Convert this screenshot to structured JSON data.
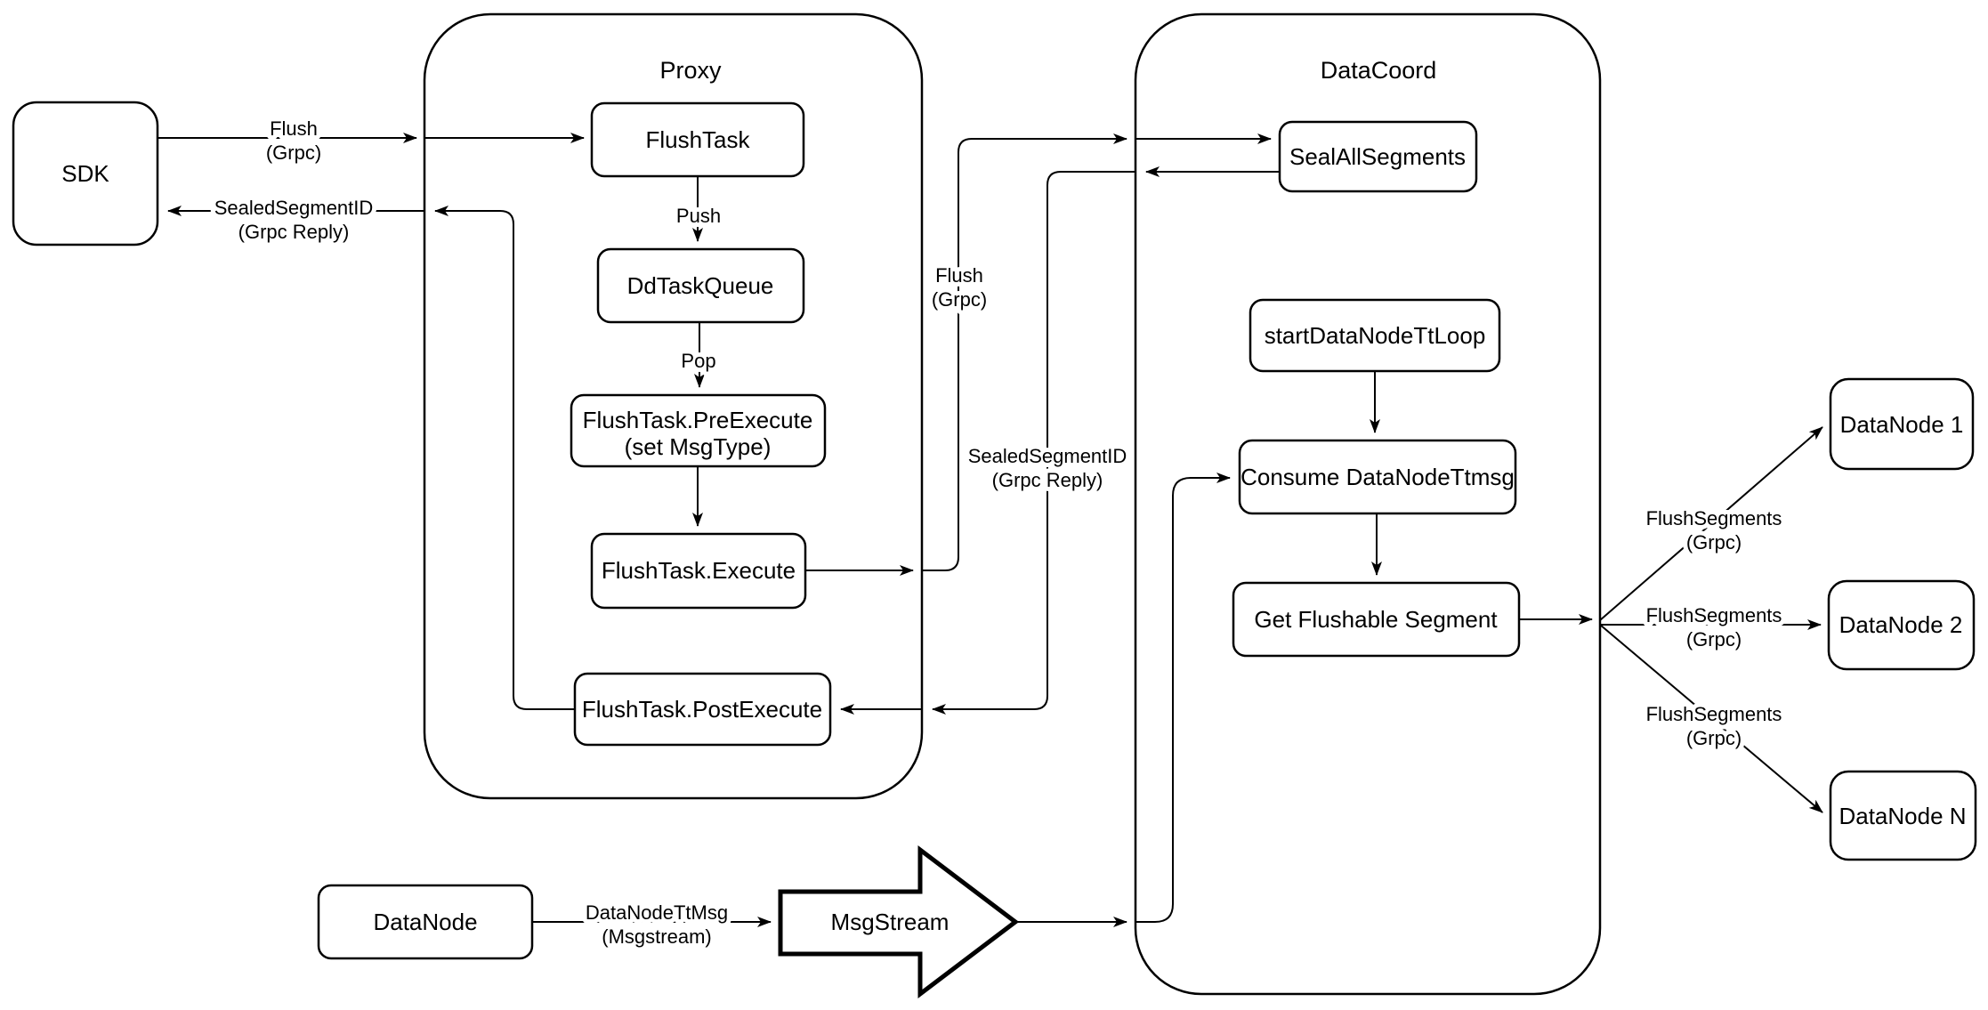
{
  "containers": {
    "proxy": {
      "title": "Proxy"
    },
    "datacoord": {
      "title": "DataCoord"
    }
  },
  "nodes": {
    "sdk": {
      "label": "SDK"
    },
    "flush_task": {
      "label": "FlushTask"
    },
    "dd_task_queue": {
      "label": "DdTaskQueue"
    },
    "flush_task_pre_execute": {
      "line1": "FlushTask.PreExecute",
      "line2": "(set MsgType)"
    },
    "flush_task_execute": {
      "label": "FlushTask.Execute"
    },
    "flush_task_post_execute": {
      "label": "FlushTask.PostExecute"
    },
    "seal_all_segments": {
      "label": "SealAllSegments"
    },
    "start_data_node_tt_loop": {
      "label": "startDataNodeTtLoop"
    },
    "consume_data_node_ttmsg": {
      "label": "Consume DataNodeTtmsg"
    },
    "get_flushable_segment": {
      "label": "Get Flushable Segment"
    },
    "data_node": {
      "label": "DataNode"
    },
    "msg_stream": {
      "label": "MsgStream"
    },
    "data_node_1": {
      "label": "DataNode 1"
    },
    "data_node_2": {
      "label": "DataNode 2"
    },
    "data_node_n": {
      "label": "DataNode N"
    }
  },
  "edge_labels": {
    "flush_sdk_to_proxy": {
      "line1": "Flush",
      "line2": "(Grpc)"
    },
    "sealed_reply_to_sdk": {
      "line1": "SealedSegmentID",
      "line2": "(Grpc Reply)"
    },
    "push": {
      "label": "Push"
    },
    "pop": {
      "label": "Pop"
    },
    "flush_proxy_to_datacoord": {
      "line1": "Flush",
      "line2": "(Grpc)"
    },
    "sealed_reply_to_proxy": {
      "line1": "SealedSegmentID",
      "line2": "(Grpc Reply)"
    },
    "flush_segments_1": {
      "line1": "FlushSegments",
      "line2": "(Grpc)"
    },
    "flush_segments_2": {
      "line1": "FlushSegments",
      "line2": "(Grpc)"
    },
    "flush_segments_3": {
      "line1": "FlushSegments",
      "line2": "(Grpc)"
    },
    "data_node_tt_msg": {
      "line1": "DataNodeTtMsg",
      "line2": "(Msgstream)"
    }
  },
  "colors": {
    "stroke": "#000000",
    "background": "#ffffff"
  }
}
